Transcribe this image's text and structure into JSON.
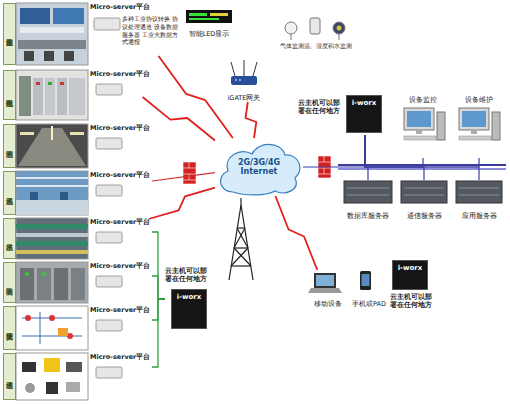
{
  "diagram": {
    "nodes": [
      {
        "text": [
          "设备监控系统"
        ]
      },
      {
        "text": [
          "Micro-server平台",
          "多种工业协议转换 协议处理通道 设备数据服务器 工业大数据方式通报"
        ]
      },
      {
        "text": [
          "供配电系统"
        ]
      },
      {
        "text": [
          "Micro-server平台"
        ]
      },
      {
        "text": [
          "照明系统"
        ]
      },
      {
        "text": [
          "Micro-server平台"
        ]
      },
      {
        "text": [
          "通风系统"
        ]
      },
      {
        "text": [
          "Micro-server平台"
        ]
      },
      {
        "text": [
          "排水系统"
        ]
      },
      {
        "text": [
          "Micro-server平台"
        ]
      },
      {
        "text": [
          "安防系统"
        ]
      },
      {
        "text": [
          "Micro-server平台"
        ]
      },
      {
        "text": [
          "火灾报警系统"
        ]
      },
      {
        "text": [
          "Micro-server平台"
        ]
      },
      {
        "text": [
          "通信系统"
        ]
      },
      {
        "text": [
          "Micro-server平台"
        ]
      },
      {
        "text": [
          "智能LED显示"
        ]
      },
      {
        "text": [
          "iGATE网关"
        ]
      },
      {
        "text": [
          "2G/3G/4G Internet"
        ]
      },
      {
        "text": [
          "云主机可以部署在任何地方",
          "i-worx"
        ]
      },
      {
        "text": [
          "设备监控"
        ]
      },
      {
        "text": [
          "设备维护"
        ]
      },
      {
        "text": [
          "数据库服务器"
        ]
      },
      {
        "text": [
          "通信服务器"
        ]
      },
      {
        "text": [
          "应用服务器"
        ]
      },
      {
        "text": [
          "云主机可以部署在任何地方",
          "i-worx"
        ]
      },
      {
        "text": [
          "移动设备"
        ]
      },
      {
        "text": [
          "手机或PAD"
        ]
      },
      {
        "text": [
          "i-worx",
          "云主机可以部署在任何地方"
        ]
      }
    ],
    "edges": [
      {
        "from": 1,
        "to": 18,
        "arrow": "none"
      },
      {
        "from": 3,
        "to": 18,
        "arrow": "none"
      },
      {
        "from": 7,
        "to": 18,
        "arrow": "none"
      },
      {
        "from": 9,
        "to": 18,
        "arrow": "none"
      },
      {
        "from": 17,
        "to": 18,
        "arrow": "none"
      },
      {
        "from": 18,
        "to": 19,
        "arrow": "none"
      },
      {
        "from": 19,
        "to": 20,
        "arrow": "none"
      },
      {
        "from": 19,
        "to": 21,
        "arrow": "none"
      },
      {
        "from": 19,
        "to": 22,
        "arrow": "none"
      },
      {
        "from": 19,
        "to": 23,
        "arrow": "none"
      },
      {
        "from": 19,
        "to": 24,
        "arrow": "none"
      },
      {
        "from": 26,
        "to": 18,
        "arrow": "none"
      },
      {
        "from": 9,
        "to": 25,
        "arrow": "none"
      },
      {
        "from": 11,
        "to": 25,
        "arrow": "none"
      },
      {
        "from": 13,
        "to": 25,
        "arrow": "none"
      },
      {
        "from": 15,
        "to": 25,
        "arrow": "none"
      }
    ],
    "labels": [
      "气体监测",
      "温、湿度",
      "积水监测"
    ]
  }
}
